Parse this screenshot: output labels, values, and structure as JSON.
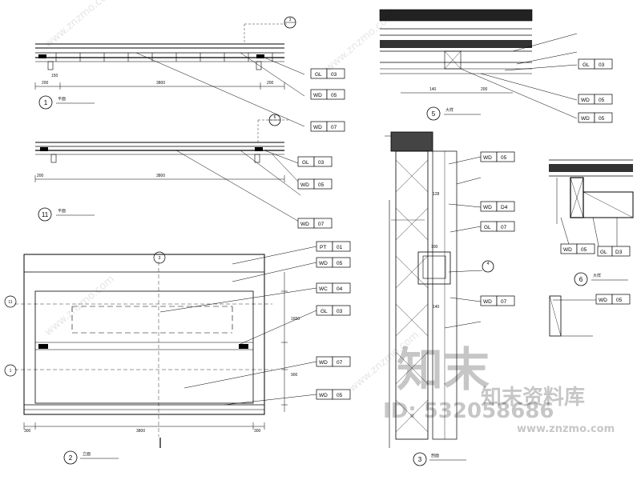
{
  "drawing": {
    "views": [
      {
        "id": "1",
        "title": "平面"
      },
      {
        "id": "11",
        "title": "平面"
      },
      {
        "id": "2",
        "title": "立面"
      },
      {
        "id": "3",
        "title": "剖面"
      },
      {
        "id": "5",
        "title": "大样"
      },
      {
        "id": "6",
        "title": "大样"
      }
    ],
    "section_markers": [
      "3",
      "6",
      "4"
    ],
    "material_tags": [
      {
        "code": "GL",
        "num": "03"
      },
      {
        "code": "WD",
        "num": "05"
      },
      {
        "code": "WD",
        "num": "07"
      },
      {
        "code": "PT",
        "num": "01"
      },
      {
        "code": "WC",
        "num": "04"
      },
      {
        "code": "WD",
        "num": "D4"
      },
      {
        "code": "GL",
        "num": "D3"
      }
    ],
    "dimensions": {
      "d3800": "3800",
      "d200": "200",
      "d150": "150",
      "d300": "300",
      "d1650": "1650",
      "d900": "900",
      "d140": "140",
      "d100": "100",
      "d128": "128"
    }
  },
  "watermark": {
    "brand_cn": "知末",
    "brand_sub": "知末资料库",
    "id_text": "ID: 532058686",
    "url": "www.znzmo.com",
    "diag": "www.znzmo.com"
  }
}
